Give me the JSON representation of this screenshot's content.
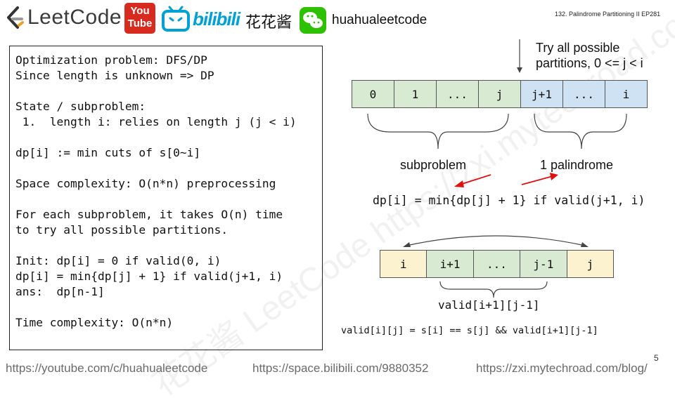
{
  "header": {
    "logo_text": "LeetCode",
    "youtube_top": "You",
    "youtube_bottom": "Tube",
    "bilibili_text": "bilibili",
    "cn_name": "花花酱",
    "wechat_name": "huahualeetcode",
    "episode": "132. Palindrome Partitioning II EP281"
  },
  "left_panel": {
    "lines": [
      "Optimization problem: DFS/DP",
      "Since length is unknown => DP",
      "",
      "State / subproblem:",
      " 1.  length i: relies on length j (j < i)",
      "",
      "dp[i] := min cuts of s[0~i]",
      "",
      "Space complexity: O(n*n) preprocessing",
      "",
      "For each subproblem, it takes O(n) time",
      "to try all possible partitions.",
      "",
      "Init: dp[i] = 0 if valid(0, i)",
      "dp[i] = min{dp[j] + 1} if valid(j+1, i)",
      "ans:  dp[n-1]",
      "",
      "Time complexity: O(n*n)"
    ]
  },
  "diagram_top": {
    "note_line1": "Try all possible",
    "note_line2": "partitions, 0 <= j < i",
    "cells": [
      "0",
      "1",
      "...",
      "j",
      "j+1",
      "...",
      "i"
    ],
    "subproblem_label": "subproblem",
    "palindrome_label": "1 palindrome",
    "formula": "dp[i] = min{dp[j] + 1} if valid(j+1, i)",
    "arrow_color": "#e01010"
  },
  "diagram_bottom": {
    "cells": [
      "i",
      "i+1",
      "...",
      "j-1",
      "j"
    ],
    "inner_label": "valid[i+1][j-1]",
    "formula": "valid[i][j] = s[i] == s[j] && valid[i+1][j-1]"
  },
  "watermark": "花花酱 LeetCode https://zxi.mytechroad.com/blog/",
  "footer": {
    "youtube_url": "https://youtube.com/c/huahualeetcode",
    "bilibili_url": "https://space.bilibili.com/9880352",
    "blog_url": "https://zxi.mytechroad.com/blog/",
    "page_number": "5"
  },
  "colors": {
    "green": "#d9ead3",
    "blue": "#cfe2f3",
    "yellow": "#fdf2d0",
    "youtube_red": "#d72b20",
    "bilibili_blue": "#00a1d6",
    "wechat_green": "#2dc100"
  }
}
